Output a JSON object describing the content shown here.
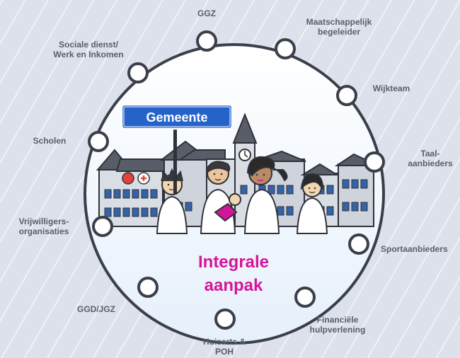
{
  "center": {
    "sign_text": "Gemeente",
    "title_line1": "Integrale",
    "title_line2": "aanpak",
    "title_color": "#d4159a",
    "sign_color": "#2563c9"
  },
  "partners": [
    {
      "id": "ggz",
      "label": "GGZ"
    },
    {
      "id": "maatschappelijk-begeleider",
      "label": "Maatschappelijk\nbegeleider"
    },
    {
      "id": "wijkteam",
      "label": "Wijkteam"
    },
    {
      "id": "taalaanbieders",
      "label": "Taal-\naanbieders"
    },
    {
      "id": "sportaanbieders",
      "label": "Sportaanbieders"
    },
    {
      "id": "financiele-hulpverlening",
      "label": "Financiële\nhulpverlening"
    },
    {
      "id": "huisarts-poh",
      "label": "Huisarts &\nPOH"
    },
    {
      "id": "ggd-jgz",
      "label": "GGD/JGZ"
    },
    {
      "id": "vrijwilligersorganisaties",
      "label": "Vrijwilligers-\norganisaties"
    },
    {
      "id": "scholen",
      "label": "Scholen"
    },
    {
      "id": "sociale-dienst",
      "label": "Sociale dienst/\nWerk en Inkomen"
    }
  ],
  "colors": {
    "ring": "#3b3f4a",
    "background": "#dde1eb",
    "label": "#5a5e6a"
  }
}
